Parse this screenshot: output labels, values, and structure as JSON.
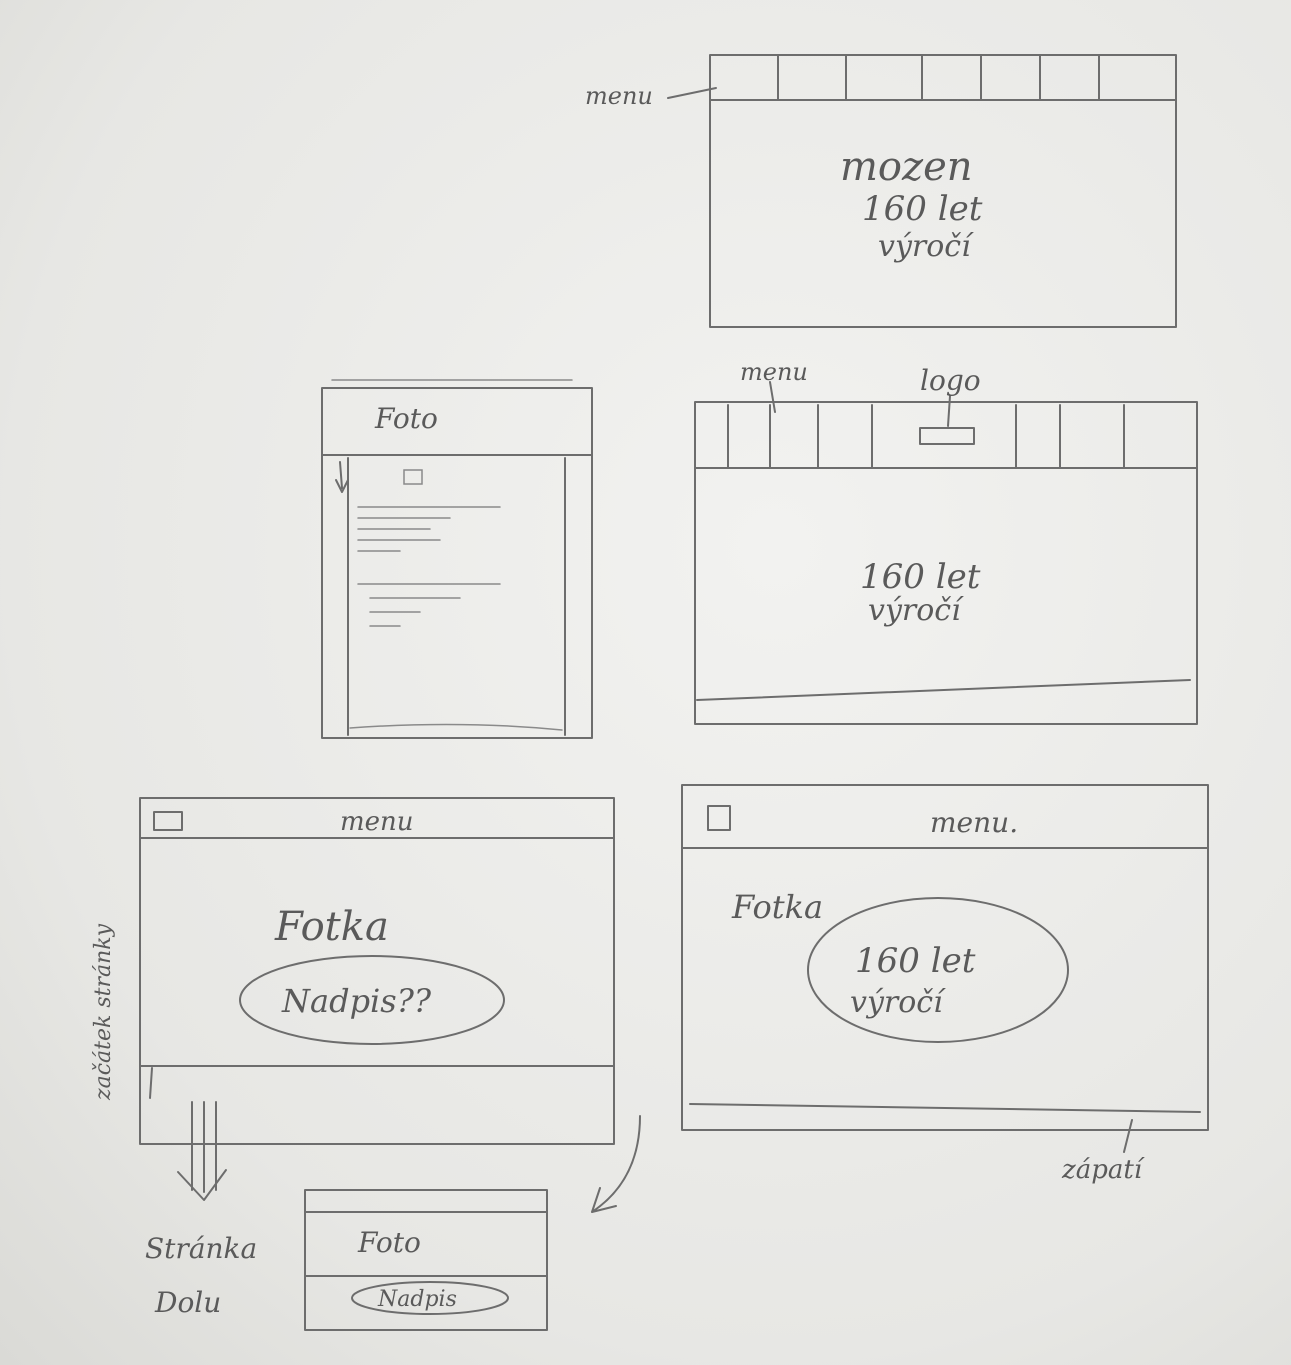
{
  "colors": {
    "paper": "#efefed",
    "pencil": "#6d6d6d"
  },
  "sketch_top_right": {
    "menu_label": "menu",
    "center_lines": [
      "mozen",
      "160 let",
      "výročí"
    ]
  },
  "sketch_middle_left": {
    "header_label": "Foto"
  },
  "sketch_middle_right": {
    "menu_label": "menu",
    "logo_label": "logo",
    "center_lines": [
      "160 let",
      "výročí"
    ]
  },
  "sketch_bottom_left": {
    "menu_label": "menu",
    "photo_label": "Fotka",
    "oval_label": "Nadpis??",
    "side_note": "začátek stránky",
    "arrow_note_lines": [
      "Stránka",
      "Dolu"
    ]
  },
  "sketch_bottom_small": {
    "photo_label": "Foto",
    "oval_label": "Nadpis"
  },
  "sketch_bottom_right": {
    "menu_label": "menu.",
    "photo_label": "Fotka",
    "oval_lines": [
      "160 let",
      "výročí"
    ],
    "footer_note": "zápatí"
  }
}
